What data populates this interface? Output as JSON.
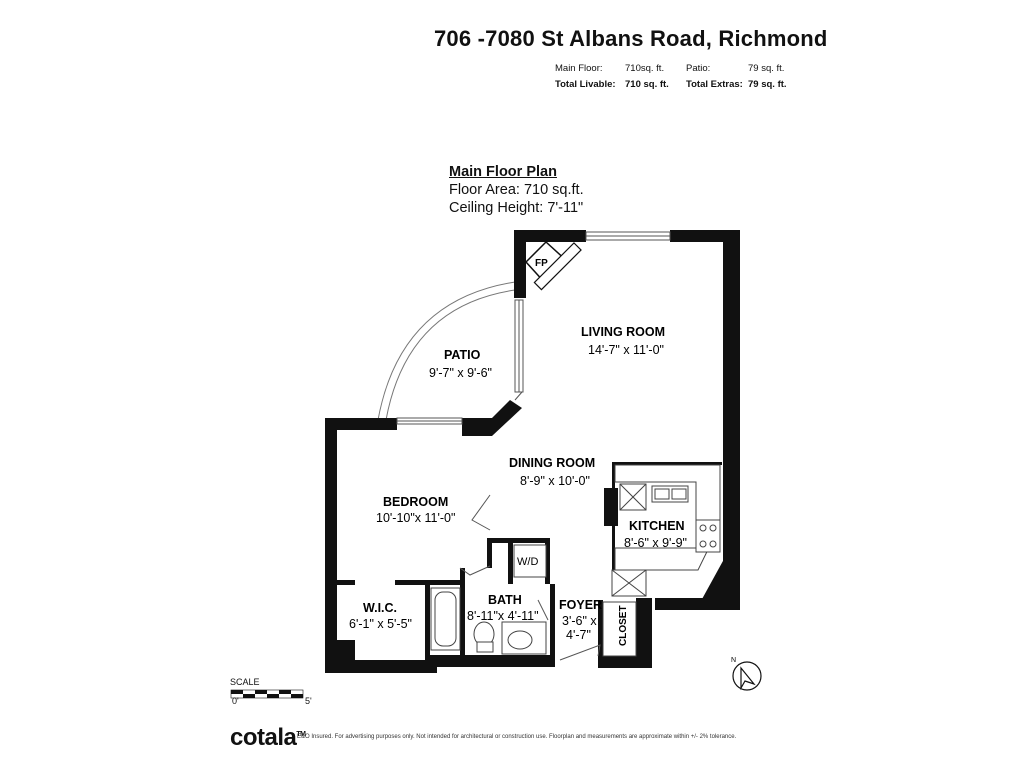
{
  "header": {
    "address": "706 -7080 St Albans Road, Richmond"
  },
  "stats": {
    "main_floor_label": "Main Floor:",
    "main_floor_value": "710sq. ft.",
    "patio_label": "Patio:",
    "patio_value": "79 sq. ft.",
    "total_livable_label": "Total Livable:",
    "total_livable_value": "710 sq. ft.",
    "total_extras_label": "Total Extras:",
    "total_extras_value": "79 sq. ft."
  },
  "plan": {
    "title": "Main Floor Plan",
    "floor_area": "Floor Area: 710 sq.ft.",
    "ceiling_height": "Ceiling Height: 7'-11\""
  },
  "rooms": {
    "fp": "FP",
    "living_room": "LIVING ROOM",
    "living_room_dim": "14'-7\" x 11'-0\"",
    "patio": "PATIO",
    "patio_dim": "9'-7\" x 9'-6\"",
    "dining_room": "DINING ROOM",
    "dining_room_dim": "8'-9\" x 10'-0\"",
    "bedroom": "BEDROOM",
    "bedroom_dim": "10'-10\"x 11'-0\"",
    "kitchen": "KITCHEN",
    "kitchen_dim": "8'-6\" x 9'-9\"",
    "wd": "W/D",
    "bath": "BATH",
    "bath_dim": "8'-11\"x 4'-11\"",
    "foyer": "FOYER",
    "foyer_dim_1": "3'-6\" x",
    "foyer_dim_2": "4'-7\"",
    "wic": "W.I.C.",
    "wic_dim": "6'-1\" x 5'-5\"",
    "closet": "CLOSET"
  },
  "scale": {
    "label": "SCALE",
    "start": "0'",
    "end": "5'"
  },
  "compass": {
    "north": "N"
  },
  "footer": {
    "logo": "cotala",
    "logo_mark": "TM",
    "disclaimer": "E&O Insured. For advertising purposes only. Not intended for architectural or construction use. Floorplan and measurements are approximate within +/- 2% tolerance."
  }
}
